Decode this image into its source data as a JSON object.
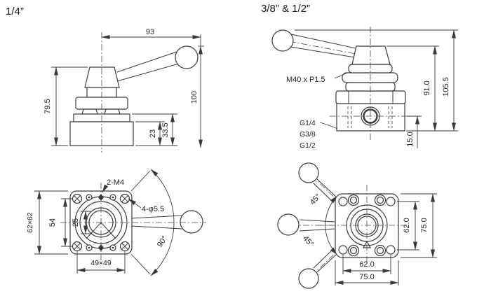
{
  "titles": {
    "left": "1/4”",
    "right": "3/8” & 1/2”"
  },
  "quarter_valve": {
    "side_view": {
      "dim_lever_reach": "93",
      "dim_total_height": "100",
      "dim_body_height": "79.5",
      "dim_port_center_height": "23",
      "dim_base_step_height": "33.5"
    },
    "top_view": {
      "label_thread_holes": "2-M4",
      "label_mounting_holes": "4-φ5.5",
      "dim_flange_square": "62×62",
      "dim_hole_pitch_vertical": "54",
      "dim_bore": "25",
      "dim_hole_pitch_square": "49×49",
      "dim_swing_angle": "90°"
    }
  },
  "large_valve": {
    "side_view": {
      "label_panel_thread": "M40 x P1.5",
      "port_options": [
        "G1/4",
        "G3/8",
        "G1/2"
      ],
      "dim_body_height": "91.0",
      "dim_total_height": "105.5",
      "dim_port_center_height": "15.0"
    },
    "top_view": {
      "dim_angle_upper": "45°",
      "dim_angle_lower": "45°",
      "dim_hole_pitch_vertical": "62.0",
      "dim_flange_vertical": "75.0",
      "dim_hole_pitch_horizontal": "62.0",
      "dim_flange_horizontal": "75.0"
    }
  }
}
